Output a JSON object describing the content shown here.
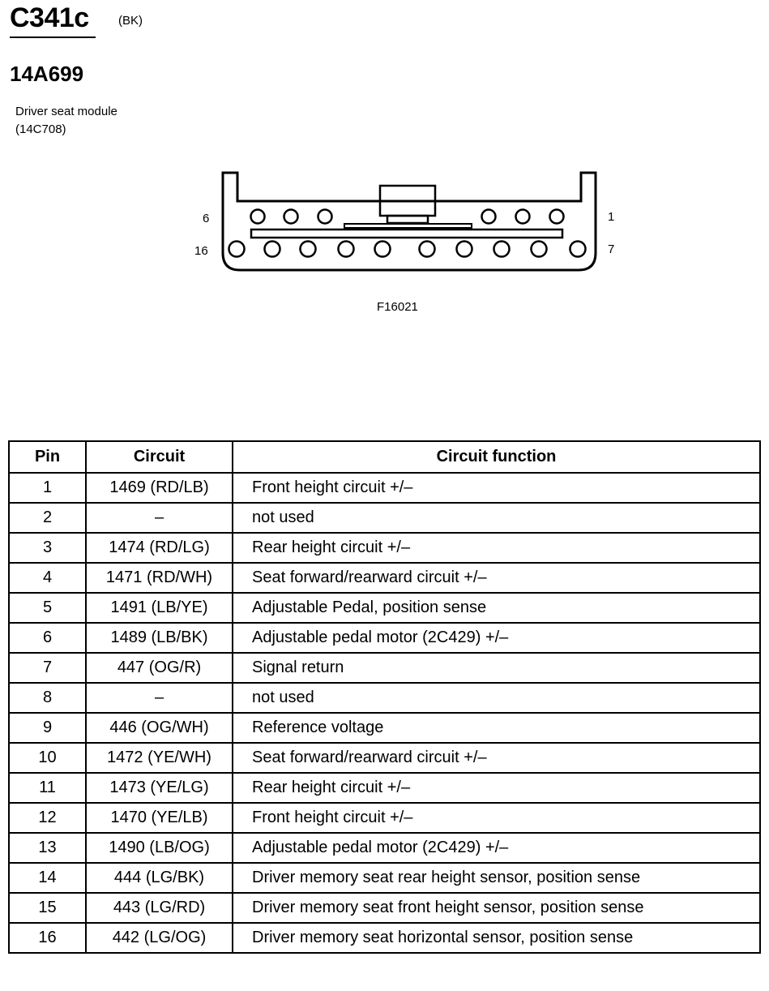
{
  "header": {
    "connector_id": "C341c",
    "connector_color": "(BK)",
    "part_number": "14A699",
    "component_name": "Driver seat module",
    "component_code": "(14C708)"
  },
  "diagram": {
    "figure_id": "F16021",
    "pin_labels": {
      "top_left": "6",
      "top_right": "1",
      "bottom_left": "16",
      "bottom_right": "7"
    },
    "pin_count_top": 6,
    "pin_count_bottom": 10
  },
  "table": {
    "headers": [
      "Pin",
      "Circuit",
      "Circuit function"
    ],
    "rows": [
      [
        "1",
        "1469 (RD/LB)",
        "Front height circuit +/–"
      ],
      [
        "2",
        "–",
        "not used"
      ],
      [
        "3",
        "1474 (RD/LG)",
        "Rear height circuit +/–"
      ],
      [
        "4",
        "1471 (RD/WH)",
        "Seat forward/rearward circuit +/–"
      ],
      [
        "5",
        "1491 (LB/YE)",
        "Adjustable Pedal, position sense"
      ],
      [
        "6",
        "1489 (LB/BK)",
        "Adjustable pedal motor (2C429) +/–"
      ],
      [
        "7",
        "447 (OG/R)",
        "Signal return"
      ],
      [
        "8",
        "–",
        "not used"
      ],
      [
        "9",
        "446 (OG/WH)",
        "Reference voltage"
      ],
      [
        "10",
        "1472 (YE/WH)",
        "Seat forward/rearward circuit +/–"
      ],
      [
        "11",
        "1473 (YE/LG)",
        "Rear height circuit +/–"
      ],
      [
        "12",
        "1470 (YE/LB)",
        "Front height circuit +/–"
      ],
      [
        "13",
        "1490 (LB/OG)",
        "Adjustable pedal motor (2C429) +/–"
      ],
      [
        "14",
        "444 (LG/BK)",
        "Driver memory seat rear height sensor, position sense"
      ],
      [
        "15",
        "443 (LG/RD)",
        "Driver memory seat front height sensor, position sense"
      ],
      [
        "16",
        "442 (LG/OG)",
        "Driver memory seat horizontal sensor, position sense"
      ]
    ]
  }
}
